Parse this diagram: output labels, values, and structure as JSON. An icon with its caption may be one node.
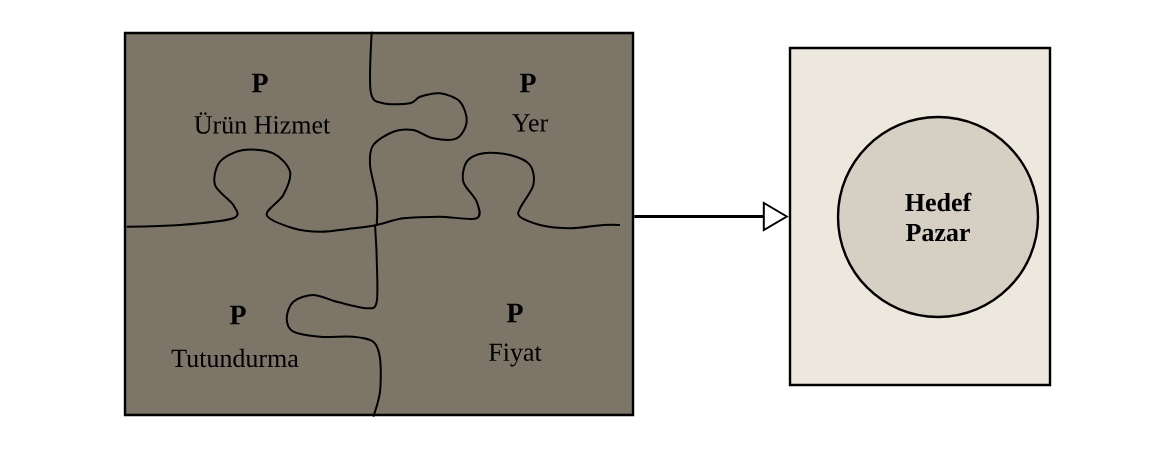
{
  "diagram": {
    "nodes": [
      {
        "text": [],
        "shape": "box"
      },
      {
        "text": [
          "P",
          "Ürün Hizmet"
        ],
        "in": 0
      },
      {
        "text": [
          "P",
          "Yer"
        ],
        "in": 0
      },
      {
        "text": [
          "P",
          "Tutundurma"
        ],
        "in": 0
      },
      {
        "text": [
          "P",
          "Fiyat"
        ],
        "in": 0
      },
      {
        "text": [],
        "shape": "box"
      },
      {
        "text": [
          "Hedef Pazar"
        ],
        "in": 5
      }
    ],
    "edges": [
      {
        "from": 0,
        "to": 5,
        "arrow": "to"
      }
    ]
  }
}
